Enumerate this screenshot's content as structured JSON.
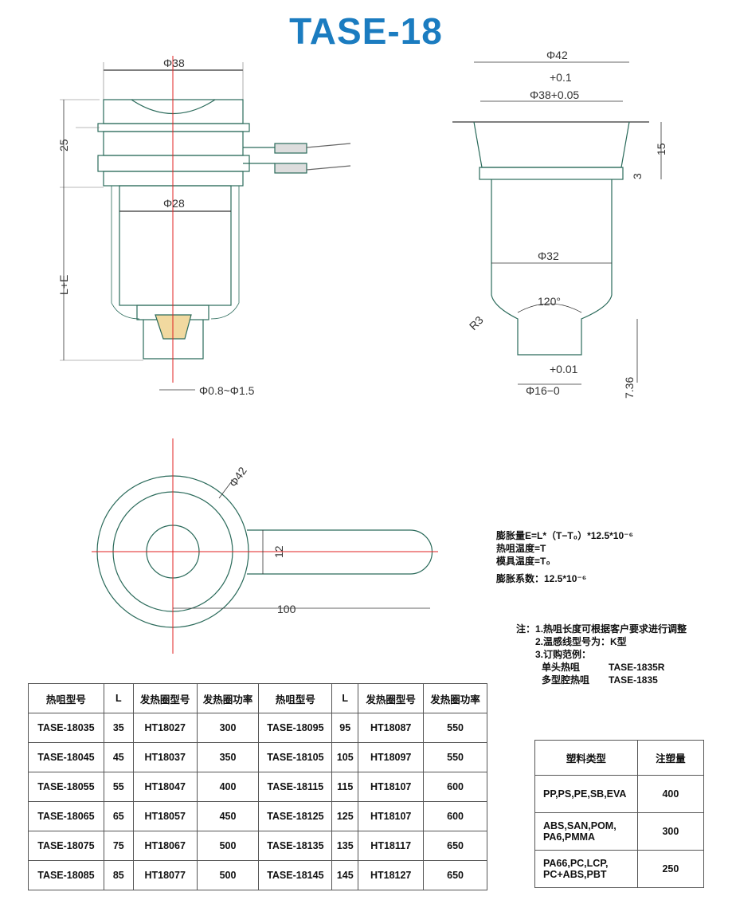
{
  "title": "TASE-18",
  "front_view": {
    "d38": "Φ38",
    "h25": "25",
    "le": "L+E",
    "d28": "Φ28",
    "tip": "Φ0.8~Φ1.5"
  },
  "section_view": {
    "d42": "Φ42",
    "tol1": "+0.1",
    "d38": "Φ38+0.05",
    "h15": "15",
    "h3": "3",
    "d32": "Φ32",
    "angle": "120°",
    "r3": "R3",
    "h736": "7.36",
    "tol2": "+0.01",
    "d16": "Φ16−0"
  },
  "top_view": {
    "d42": "Φ42",
    "w12": "12",
    "l100": "100"
  },
  "formula": [
    "膨胀量E=L*（T−T₀）*12.5*10⁻⁶",
    "热咀温度=T",
    "模具温度=T₀",
    "膨胀系数：12.5*10⁻⁶"
  ],
  "notes": {
    "prefix": "注：",
    "lines": [
      "1.热咀长度可根据客户要求进行调整",
      "2.温感线型号为：K型",
      "3.订购范例："
    ],
    "examples": [
      [
        "单头热咀",
        "TASE-1835R"
      ],
      [
        "多型腔热咀",
        "TASE-1835"
      ]
    ]
  },
  "spec_table": {
    "headers": [
      "热咀型号",
      "L",
      "发热圈型号",
      "发热圈功率",
      "热咀型号",
      "L",
      "发热圈型号",
      "发热圈功率"
    ],
    "rows": [
      [
        "TASE-18035",
        "35",
        "HT18027",
        "300",
        "TASE-18095",
        "95",
        "HT18087",
        "550"
      ],
      [
        "TASE-18045",
        "45",
        "HT18037",
        "350",
        "TASE-18105",
        "105",
        "HT18097",
        "550"
      ],
      [
        "TASE-18055",
        "55",
        "HT18047",
        "400",
        "TASE-18115",
        "115",
        "HT18107",
        "600"
      ],
      [
        "TASE-18065",
        "65",
        "HT18057",
        "450",
        "TASE-18125",
        "125",
        "HT18107",
        "600"
      ],
      [
        "TASE-18075",
        "75",
        "HT18067",
        "500",
        "TASE-18135",
        "135",
        "HT18117",
        "650"
      ],
      [
        "TASE-18085",
        "85",
        "HT18077",
        "500",
        "TASE-18145",
        "145",
        "HT18127",
        "650"
      ]
    ]
  },
  "plastic_table": {
    "headers": [
      "塑料类型",
      "注塑量"
    ],
    "rows": [
      [
        "PP,PS,PE,SB,EVA",
        "400"
      ],
      [
        "ABS,SAN,POM,\nPA6,PMMA",
        "300"
      ],
      [
        "PA66,PC,LCP,\nPC+ABS,PBT",
        "250"
      ]
    ]
  }
}
